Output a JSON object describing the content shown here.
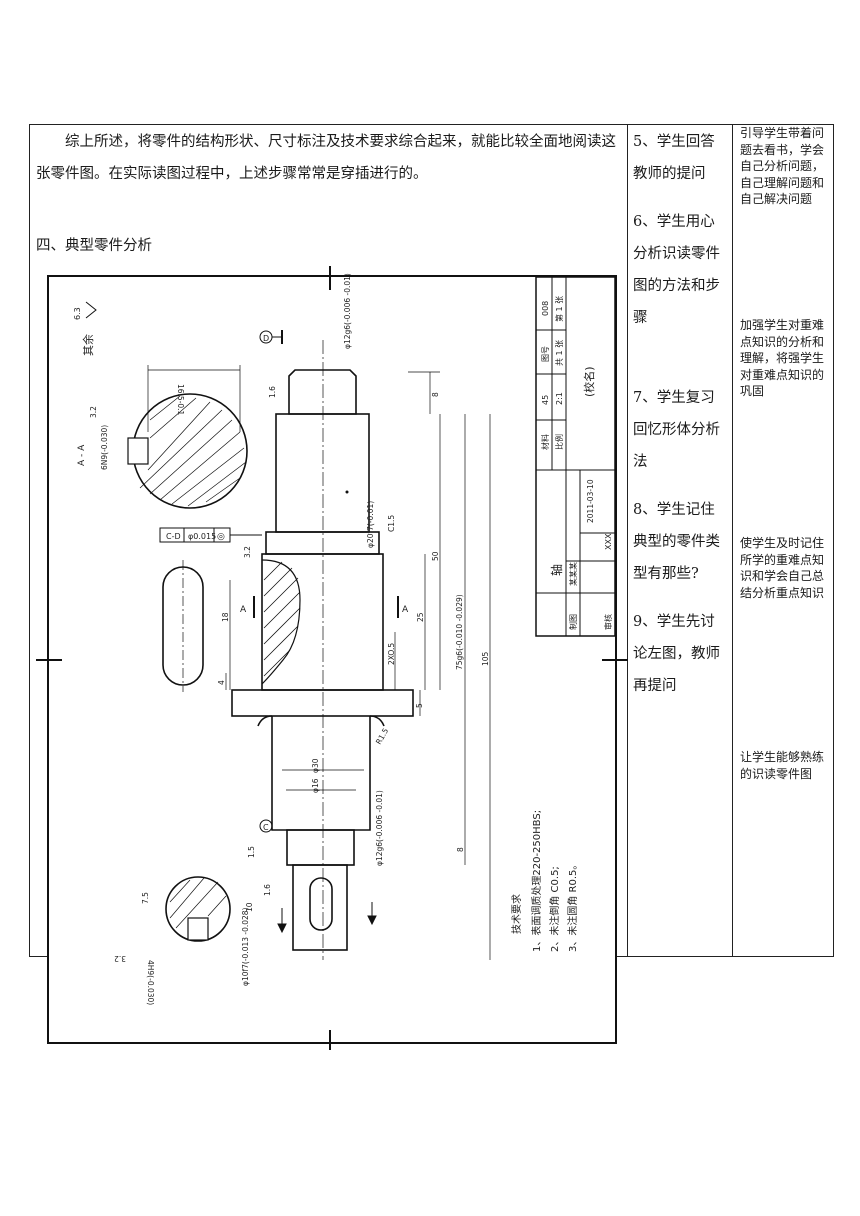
{
  "main_text": {
    "paragraph": "综上所述，将零件的结构形状、尺寸标注及技术要求综合起来，就能比较全面地阅读这张零件图。在实际读图过程中，上述步骤常常是穿插进行的。",
    "section_heading": "四、典型零件分析"
  },
  "student_activities": [
    "5、学生回答教师的提问",
    "6、学生用心分析识读零件图的方法和步骤",
    "7、学生复习回忆形体分析法",
    "8、学生记住典型的零件类型有那些?",
    "9、学生先讨论左图，教师再提问"
  ],
  "teacher_notes": [
    "引导学生带着问题去看书，学会自己分析问题，自己理解问题和自己解决问题",
    "加强学生对重难点知识的分析和理解，将强学生对重难点知识的巩固",
    "使学生及时记住所学的重难点知识和学会自己总结分析重点知识",
    "让学生能够熟练的识读零件图"
  ],
  "drawing": {
    "title_block": {
      "part_name": "轴",
      "material_label": "材料",
      "material": "45",
      "scale_label": "比例",
      "scale": "2:1",
      "drawing_no_label": "图号",
      "drawing_no": "008",
      "sheets": "共 1 张",
      "sheet_no": "第 1 张",
      "school": "(校名)",
      "drawn_label": "制图",
      "checked_label": "审核",
      "drawer": "某某某",
      "checker": "XXX",
      "date": "2011-03-10"
    },
    "roughness_note": "其余",
    "roughness_value": "6.3",
    "section_label": "A - A",
    "cut_label": "A",
    "datum_d": "D",
    "datum_c": "C",
    "tolerance_frame": [
      "◎",
      "φ0.015",
      "C-D"
    ],
    "tech_req_title": "技术要求",
    "tech_req": [
      "1、表面调质处理220-250HBS;",
      "2、未注倒角 C0.5;",
      "3、未注圆角 R0.5。"
    ],
    "dims": {
      "d_top": "φ12g6(-0.006 -0.01)",
      "d_mid": "φ20f7(-0.01)",
      "d_main": "75g6(-0.010 -0.029)",
      "d_bot": "φ12g6(-0.006 -0.01)",
      "d_end": "φ10f7(-0.013 -0.028)",
      "d30": "φ30",
      "d16": "φ16",
      "r15": "R1.5",
      "c15": "C1.5",
      "z20": "2XO.5",
      "l8a": "8",
      "l50": "50",
      "l25": "25",
      "l105": "105",
      "l5": "5",
      "l8b": "8",
      "l18": "18",
      "l4": "4",
      "l10": "10",
      "l75s": "7.5",
      "k165": "16.5-0.1",
      "k6n9": "6N9(-0.030)",
      "k4h9": "4H9(-0.030)",
      "r16a": "1.6",
      "r32": "3.2",
      "r15b": "1.5",
      "r16b": "1.6",
      "r32b": "3.2",
      "r32c": "3.2"
    }
  }
}
